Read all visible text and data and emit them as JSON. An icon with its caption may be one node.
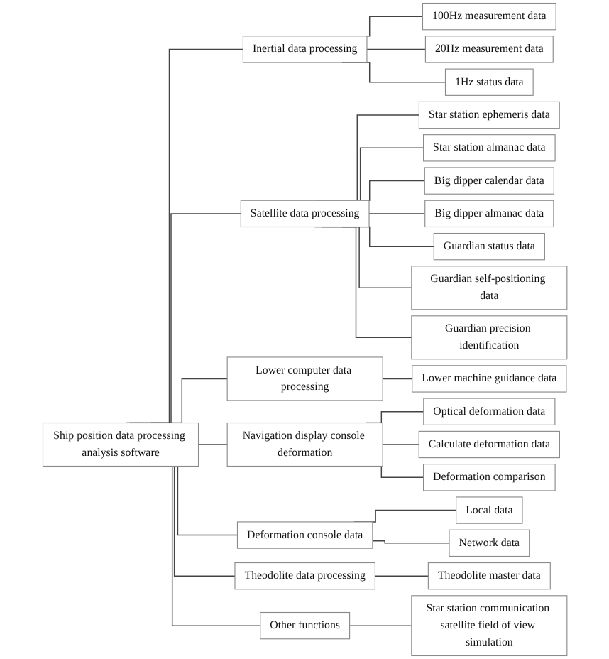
{
  "diagram": {
    "nodes": [
      {
        "text": [
          "Ship position data processing analysis software"
        ]
      },
      {
        "text": [
          "Inertial data processing"
        ]
      },
      {
        "text": [
          "100Hz measurement data"
        ]
      },
      {
        "text": [
          "20Hz measurement data"
        ]
      },
      {
        "text": [
          "1Hz status data"
        ]
      },
      {
        "text": [
          "Satellite data processing"
        ]
      },
      {
        "text": [
          "Star station ephemeris data"
        ]
      },
      {
        "text": [
          "Star station almanac data"
        ]
      },
      {
        "text": [
          "Big dipper calendar data"
        ]
      },
      {
        "text": [
          "Big dipper almanac data"
        ]
      },
      {
        "text": [
          "Guardian status data"
        ]
      },
      {
        "text": [
          "Guardian self-positioning data"
        ]
      },
      {
        "text": [
          "Guardian precision identification"
        ]
      },
      {
        "text": [
          "Lower computer data processing"
        ]
      },
      {
        "text": [
          "Lower machine guidance data"
        ]
      },
      {
        "text": [
          "Navigation display console deformation"
        ]
      },
      {
        "text": [
          "Optical deformation data"
        ]
      },
      {
        "text": [
          "Calculate deformation data"
        ]
      },
      {
        "text": [
          "Deformation comparison"
        ]
      },
      {
        "text": [
          "Deformation console data"
        ]
      },
      {
        "text": [
          "Local data"
        ]
      },
      {
        "text": [
          "Network data"
        ]
      },
      {
        "text": [
          "Theodolite data processing"
        ]
      },
      {
        "text": [
          "Theodolite master data"
        ]
      },
      {
        "text": [
          "Other functions"
        ]
      },
      {
        "text": [
          "Star station communication satellite field of view simulation"
        ]
      }
    ],
    "edges": [
      {
        "from": 0,
        "to": 1,
        "arrow": "none"
      },
      {
        "from": 1,
        "to": 2,
        "arrow": "none"
      },
      {
        "from": 1,
        "to": 3,
        "arrow": "none"
      },
      {
        "from": 1,
        "to": 4,
        "arrow": "none"
      },
      {
        "from": 0,
        "to": 5,
        "arrow": "none"
      },
      {
        "from": 5,
        "to": 6,
        "arrow": "none"
      },
      {
        "from": 5,
        "to": 7,
        "arrow": "none"
      },
      {
        "from": 5,
        "to": 8,
        "arrow": "none"
      },
      {
        "from": 5,
        "to": 9,
        "arrow": "none"
      },
      {
        "from": 5,
        "to": 10,
        "arrow": "none"
      },
      {
        "from": 5,
        "to": 11,
        "arrow": "none"
      },
      {
        "from": 5,
        "to": 12,
        "arrow": "none"
      },
      {
        "from": 0,
        "to": 13,
        "arrow": "none"
      },
      {
        "from": 13,
        "to": 14,
        "arrow": "none"
      },
      {
        "from": 0,
        "to": 15,
        "arrow": "none"
      },
      {
        "from": 15,
        "to": 16,
        "arrow": "none"
      },
      {
        "from": 15,
        "to": 17,
        "arrow": "none"
      },
      {
        "from": 15,
        "to": 18,
        "arrow": "none"
      },
      {
        "from": 0,
        "to": 19,
        "arrow": "none"
      },
      {
        "from": 19,
        "to": 20,
        "arrow": "none"
      },
      {
        "from": 19,
        "to": 21,
        "arrow": "none"
      },
      {
        "from": 0,
        "to": 22,
        "arrow": "none"
      },
      {
        "from": 22,
        "to": 23,
        "arrow": "none"
      },
      {
        "from": 0,
        "to": 24,
        "arrow": "none"
      },
      {
        "from": 24,
        "to": 25,
        "arrow": "none"
      }
    ]
  }
}
